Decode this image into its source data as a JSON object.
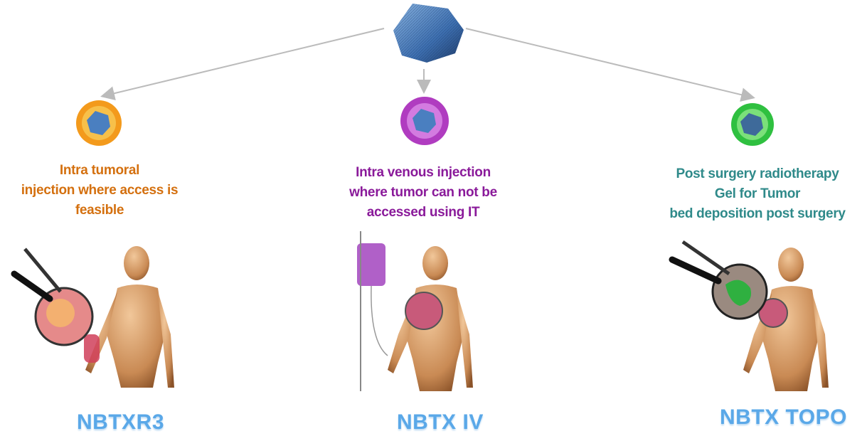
{
  "colors": {
    "orange": "#d4700f",
    "purple": "#8a1a9a",
    "teal": "#2f8a8a",
    "product": "#5aa8e8"
  },
  "branches": [
    {
      "description": [
        "Intra tumoral",
        "injection where access is",
        "feasible"
      ],
      "product": "NBTXR3",
      "node_color": "#f39a1c"
    },
    {
      "description": [
        "Intra venous injection",
        "where tumor can not be",
        "accessed using IT"
      ],
      "product": "NBTX IV",
      "node_color": "#b03cc0"
    },
    {
      "description": [
        "Post surgery radiotherapy",
        "Gel for Tumor",
        "bed deposition post surgery"
      ],
      "product": "NBTX TOPO",
      "node_color": "#2fc040"
    }
  ]
}
